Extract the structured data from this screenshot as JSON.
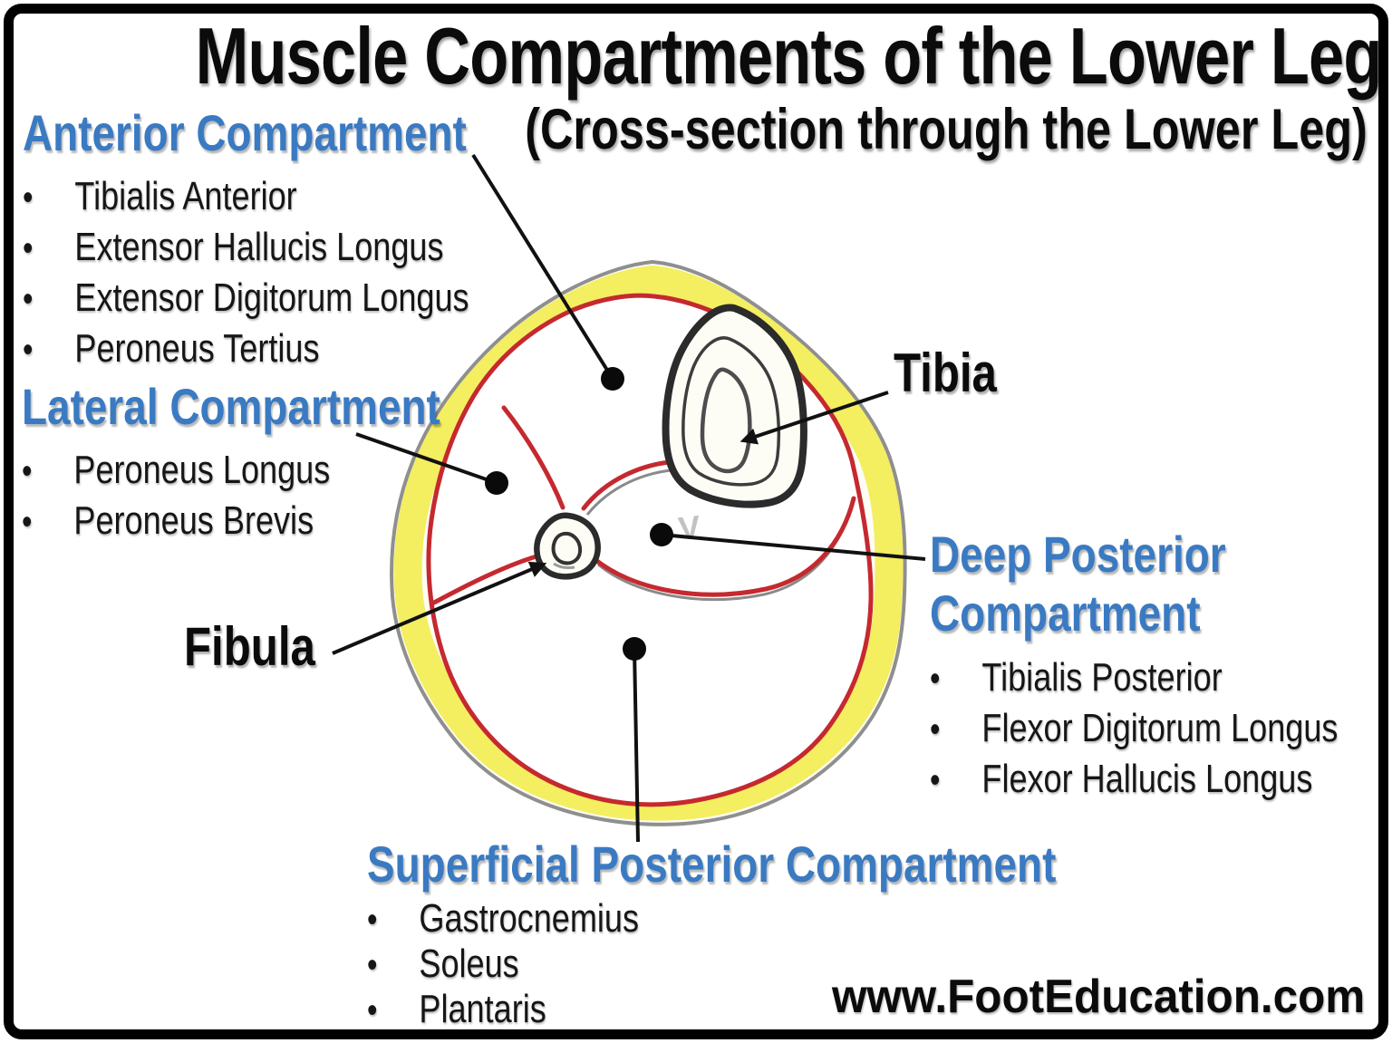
{
  "title": "Muscle Compartments of the Lower Leg",
  "subtitle": "(Cross-section through the Lower Leg)",
  "footer": {
    "website": "www.FootEducation.com"
  },
  "colors": {
    "heading_blue": "#3a7ac2",
    "fascia_red": "#c5292f",
    "fat_yellow": "#f3ed58",
    "skin_gray": "#8f8f8f",
    "bone_outline": "#2b2b2b",
    "text_black": "#0b0b0b"
  },
  "bones": {
    "tibia": "Tibia",
    "fibula": "Fibula"
  },
  "figure": {
    "vein_mark": "V"
  },
  "compartments": {
    "anterior": {
      "label": "Anterior Compartment",
      "muscles": [
        "Tibialis Anterior",
        "Extensor Hallucis Longus",
        "Extensor Digitorum Longus",
        "Peroneus Tertius"
      ]
    },
    "lateral": {
      "label": "Lateral Compartment",
      "muscles": [
        "Peroneus Longus",
        "Peroneus Brevis"
      ]
    },
    "deep_posterior": {
      "label": "Deep Posterior Compartment",
      "muscles": [
        "Tibialis Posterior",
        "Flexor Digitorum Longus",
        "Flexor Hallucis Longus"
      ]
    },
    "superficial_posterior": {
      "label": "Superficial Posterior Compartment",
      "muscles": [
        "Gastrocnemius",
        "Soleus",
        "Plantaris"
      ]
    }
  }
}
